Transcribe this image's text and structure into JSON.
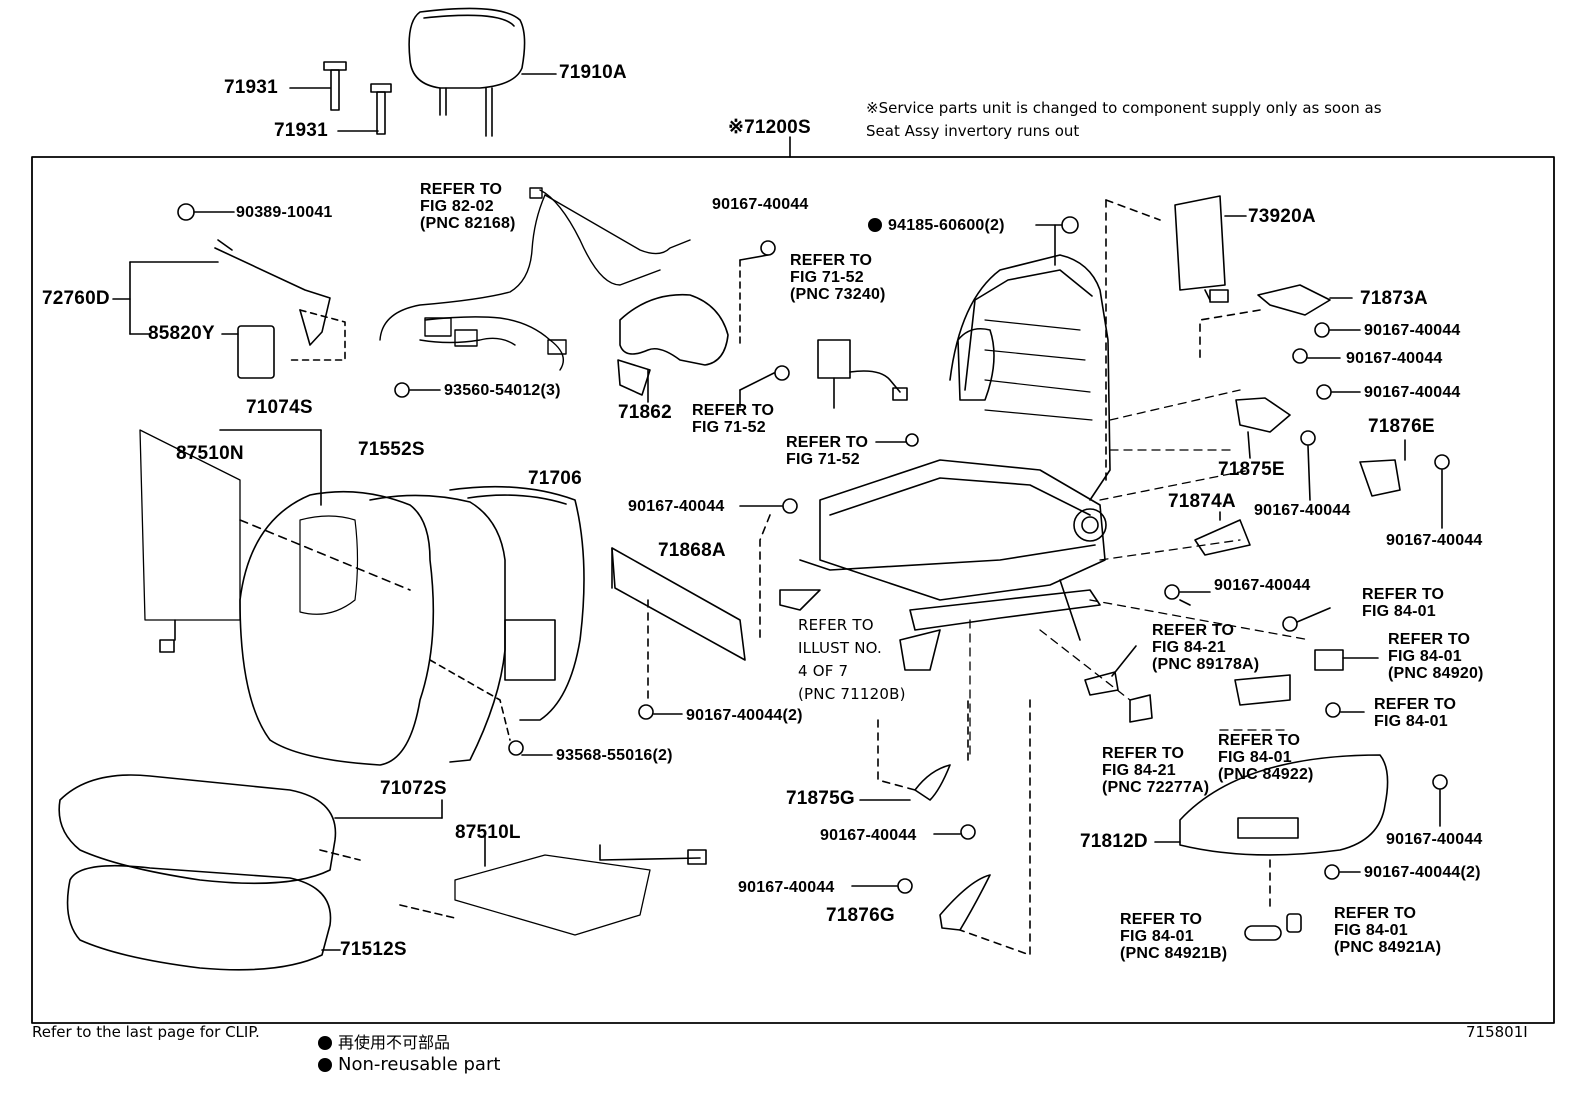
{
  "service_note": {
    "line1": "※Service parts unit is changed to component supply only as soon as",
    "line2": "Seat Assy invertory runs out"
  },
  "assembly_label": "※71200S",
  "part_labels": {
    "p71931a": "71931",
    "p71931b": "71931",
    "p71910A": "71910A",
    "p90389": "90389-10041",
    "p72760D": "72760D",
    "p85820Y": "85820Y",
    "p93560": "93560-54012(3)",
    "p71074S": "71074S",
    "p87510N": "87510N",
    "p71552S": "71552S",
    "p71706": "71706",
    "p71862": "71862",
    "p90167_a": "90167-40044",
    "p94185": "94185-60600(2)",
    "p73920A": "73920A",
    "p71873A": "71873A",
    "p90167_b": "90167-40044",
    "p90167_c": "90167-40044",
    "p90167_d": "90167-40044",
    "p71876E": "71876E",
    "p71875E": "71875E",
    "p90167_e": "90167-40044",
    "p90167_f": "90167-40044",
    "p71874A": "71874A",
    "p90167_g": "90167-40044",
    "p90167_h": "90167-40044",
    "p71868A": "71868A",
    "p90167_i": "90167-40044(2)",
    "p93568": "93568-55016(2)",
    "p71072S": "71072S",
    "p87510L": "87510L",
    "p71512S": "71512S",
    "p71875G": "71875G",
    "p90167_j": "90167-40044",
    "p90167_k": "90167-40044",
    "p71876G": "71876G",
    "p71812D": "71812D",
    "p90167_l": "90167-40044",
    "p90167_m": "90167-40044(2)"
  },
  "refer_notes": {
    "r8202": [
      "REFER TO",
      "FIG 82-02",
      "(PNC 82168)"
    ],
    "r7152_pnc": [
      "REFER TO",
      "FIG 71-52",
      "(PNC 73240)"
    ],
    "r7152_a": [
      "REFER TO",
      "FIG 71-52"
    ],
    "r7152_b": [
      "REFER TO",
      "FIG 71-52"
    ],
    "r_illust": [
      "REFER TO",
      "ILLUST NO.",
      "4 OF 7",
      "(PNC 71120B)"
    ],
    "r8421_a": [
      "REFER TO",
      "FIG 84-21",
      "(PNC 89178A)"
    ],
    "r8421_b": [
      "REFER TO",
      "FIG 84-21",
      "(PNC 72277A)"
    ],
    "r8401_a": [
      "REFER TO",
      "FIG 84-01"
    ],
    "r8401_b": [
      "REFER TO",
      "FIG 84-01",
      "(PNC 84920)"
    ],
    "r8401_c": [
      "REFER TO",
      "FIG 84-01"
    ],
    "r8401_d": [
      "REFER TO",
      "FIG 84-01",
      "(PNC 84922)"
    ],
    "r8401_e": [
      "REFER TO",
      "FIG 84-01",
      "(PNC 84921B)"
    ],
    "r8401_f": [
      "REFER TO",
      "FIG 84-01",
      "(PNC 84921A)"
    ]
  },
  "footer": {
    "clip_note": "Refer to the last page for CLIP.",
    "legend_jp": "再使用不可部品",
    "legend_en": "Non-reusable part",
    "figure_code": "715801I"
  }
}
